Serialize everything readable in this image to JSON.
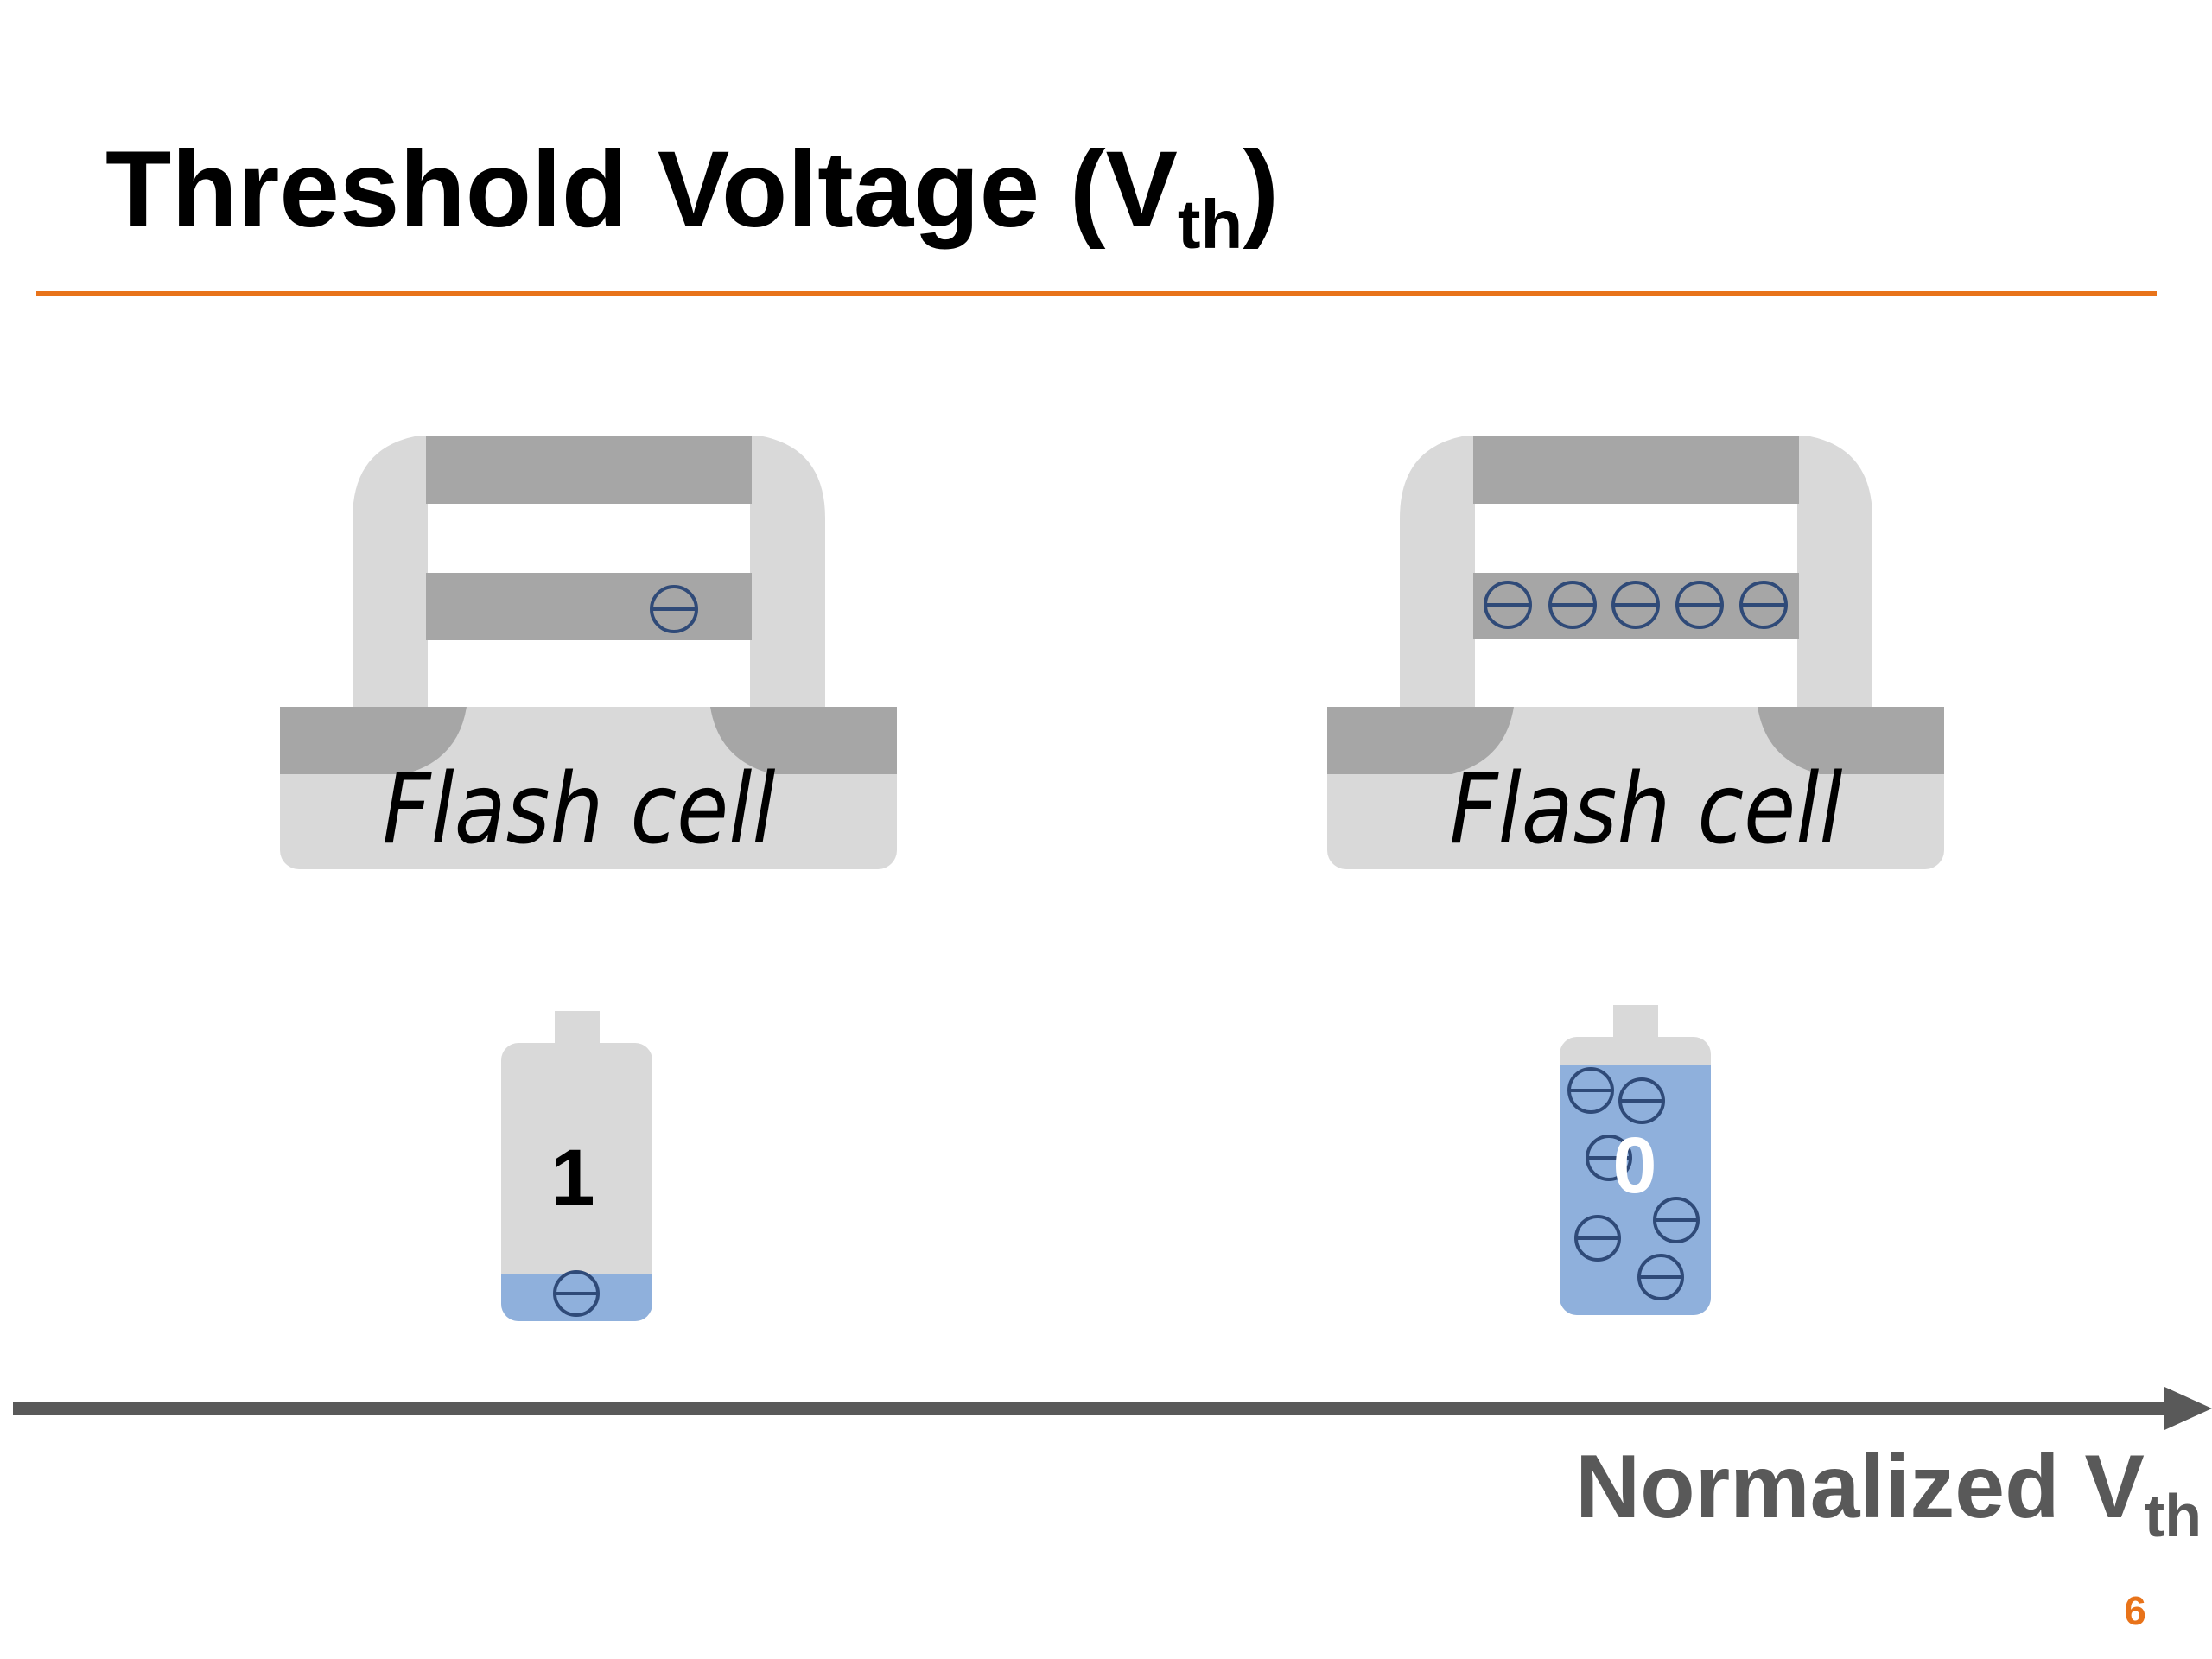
{
  "slide": {
    "title_main": "Threshold Voltage (V",
    "title_sub": "th",
    "title_close": ")",
    "page_number": "6"
  },
  "cells": [
    {
      "label": "Flash cell",
      "floating_gate_electrons": 1
    },
    {
      "label": "Flash cell",
      "floating_gate_electrons": 5
    }
  ],
  "batteries": [
    {
      "bit": "1",
      "fill_fraction": 0.17,
      "electrons": 1
    },
    {
      "bit": "0",
      "fill_fraction": 0.9,
      "electrons": 6
    }
  ],
  "axis": {
    "label_main": "Normalized V",
    "label_sub": "th"
  },
  "colors": {
    "accent": "#E8731A",
    "gate_dark": "#A6A6A6",
    "body_light": "#D9D9D9",
    "charge_blue": "#8FB0DC",
    "electron_stroke": "#2F4A78",
    "axis": "#595959"
  },
  "icons": {
    "electron": "electron-icon",
    "battery": "battery-icon",
    "arrow": "arrow-right-icon"
  }
}
